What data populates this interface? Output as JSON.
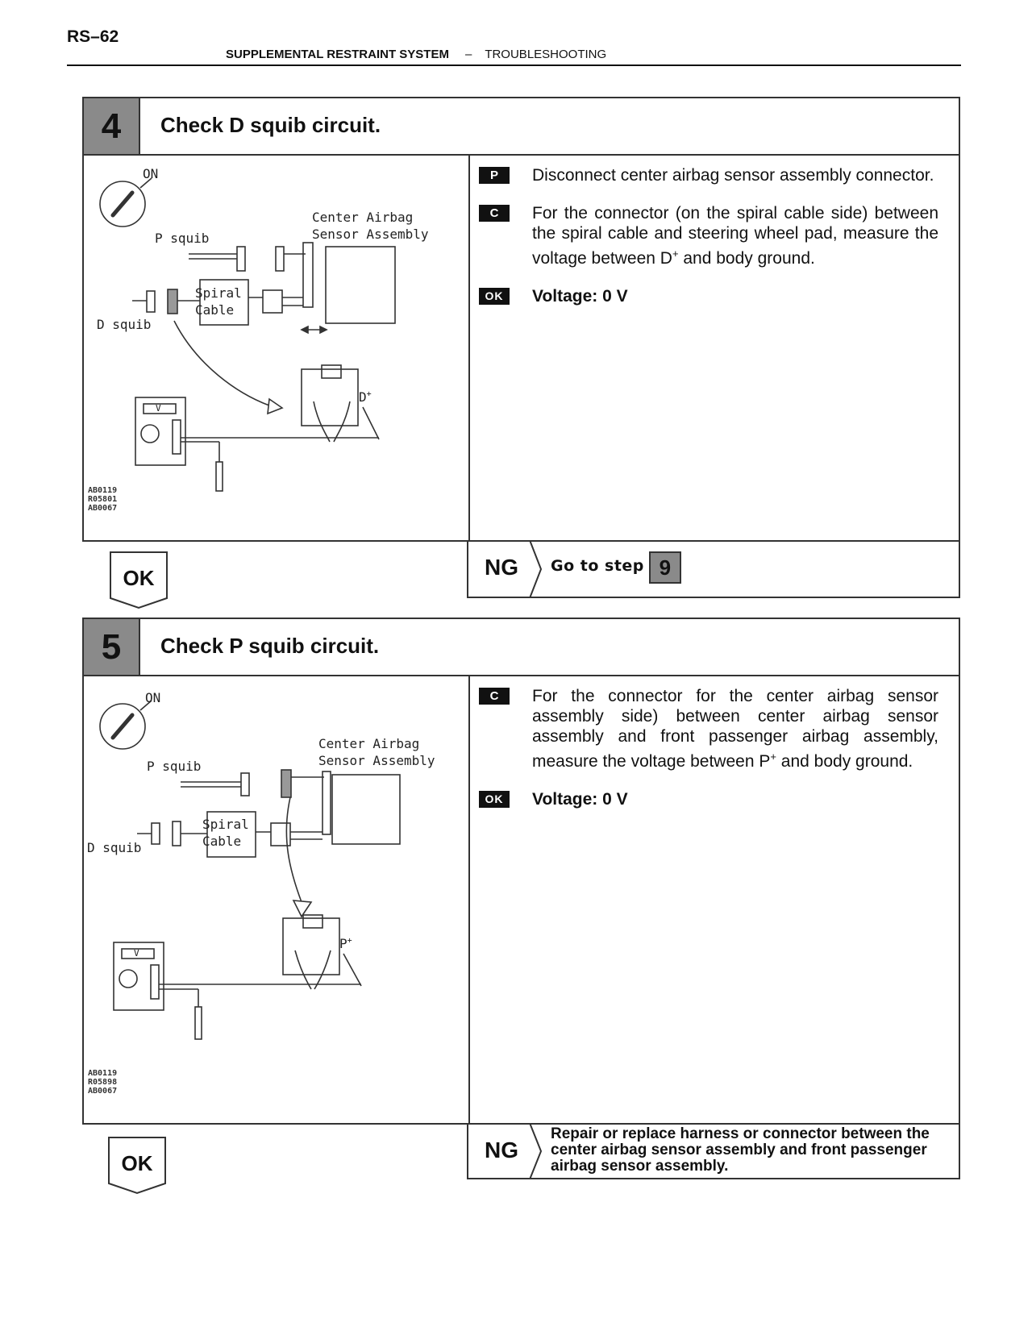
{
  "header": {
    "page_number": "RS–62",
    "section": "SUPPLEMENTAL RESTRAINT SYSTEM",
    "separator": "–",
    "subsection": "TROUBLESHOOTING"
  },
  "steps": [
    {
      "number": "4",
      "title": "Check D squib circuit.",
      "diagram": {
        "on": "ON",
        "p_squib": "P squib",
        "d_squib": "D squib",
        "sensor_line1": "Center Airbag",
        "sensor_line2": "Sensor Assembly",
        "spiral_line1": "Spiral",
        "spiral_line2": "Cable",
        "terminal": "D",
        "terminal_sign": "+",
        "meter": "V",
        "codes": [
          "AB0119",
          "R05801",
          "AB0067"
        ]
      },
      "instructions": [
        {
          "tag": "P",
          "text": "Disconnect center airbag sensor assembly connector."
        },
        {
          "tag": "C",
          "text": "For the connector (on the spiral cable side) between the spiral cable and steering wheel pad, measure the voltage between D",
          "sup": "+",
          "text_after": " and body ground."
        },
        {
          "tag": "OK",
          "text": "Voltage:  0 V"
        }
      ],
      "ok_label": "OK",
      "ng_label": "NG",
      "ng_action": "Go to step",
      "ng_step": "9"
    },
    {
      "number": "5",
      "title": "Check P squib circuit.",
      "diagram": {
        "on": "ON",
        "p_squib": "P squib",
        "d_squib": "D squib",
        "sensor_line1": "Center Airbag",
        "sensor_line2": "Sensor Assembly",
        "spiral_line1": "Spiral",
        "spiral_line2": "Cable",
        "terminal": "P",
        "terminal_sign": "+",
        "meter": "V",
        "codes": [
          "AB0119",
          "R05898",
          "AB0067"
        ]
      },
      "instructions": [
        {
          "tag": "C",
          "text": "For the connector for the center airbag sensor assembly side) between center airbag sensor assembly and front passenger airbag assembly, measure the voltage between P",
          "sup": "+",
          "text_after": " and body ground."
        },
        {
          "tag": "OK",
          "text": "Voltage:  0 V"
        }
      ],
      "ok_label": "OK",
      "ng_label": "NG",
      "ng_action": "Repair or replace harness or connector between the center airbag sensor assembly and front passenger airbag sensor assembly."
    }
  ]
}
